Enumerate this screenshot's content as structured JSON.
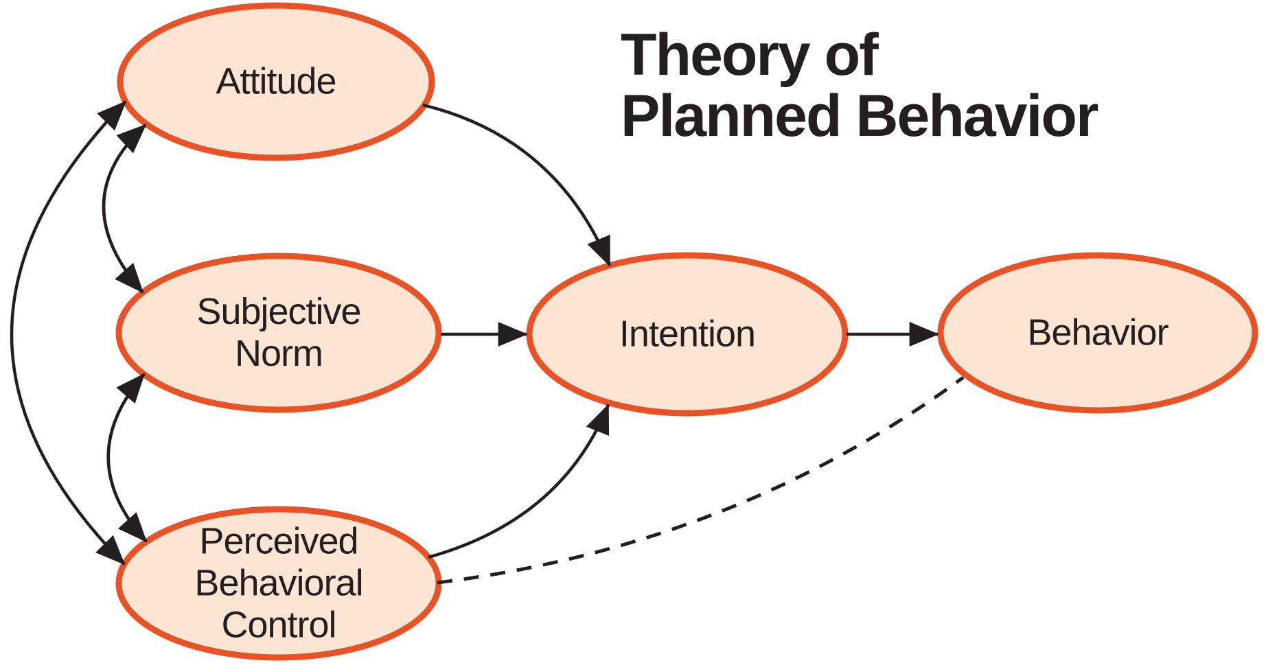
{
  "title": {
    "line1": "Theory of",
    "line2": "Planned Behavior"
  },
  "nodes": {
    "attitude": {
      "lines": [
        "Attitude"
      ]
    },
    "subjective_norm": {
      "lines": [
        "Subjective",
        "Norm"
      ]
    },
    "perceived_behavioral_control": {
      "lines": [
        "Perceived",
        "Behavioral",
        "Control"
      ]
    },
    "intention": {
      "lines": [
        "Intention"
      ]
    },
    "behavior": {
      "lines": [
        "Behavior"
      ]
    }
  },
  "edges": [
    {
      "from": "Attitude",
      "to": "Intention",
      "style": "solid",
      "arrow": "one-way"
    },
    {
      "from": "Subjective Norm",
      "to": "Intention",
      "style": "solid",
      "arrow": "one-way"
    },
    {
      "from": "Perceived Behavioral Control",
      "to": "Intention",
      "style": "solid",
      "arrow": "one-way"
    },
    {
      "from": "Intention",
      "to": "Behavior",
      "style": "solid",
      "arrow": "one-way"
    },
    {
      "from": "Perceived Behavioral Control",
      "to": "Behavior",
      "style": "dashed",
      "arrow": "none"
    },
    {
      "from": "Attitude",
      "to": "Subjective Norm",
      "style": "solid",
      "arrow": "two-way"
    },
    {
      "from": "Subjective Norm",
      "to": "Perceived Behavioral Control",
      "style": "solid",
      "arrow": "two-way"
    },
    {
      "from": "Attitude",
      "to": "Perceived Behavioral Control",
      "style": "solid",
      "arrow": "two-way"
    }
  ],
  "colors": {
    "accent": "#E75327",
    "node_fill": "#FCE5D2",
    "ink": "#231F20",
    "background": "#FFFFFF"
  }
}
